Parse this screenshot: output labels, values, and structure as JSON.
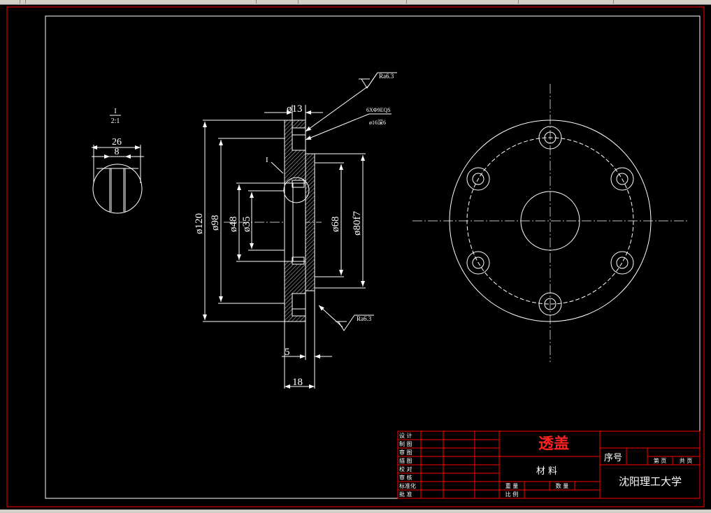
{
  "colors": {
    "background": "#000000",
    "geometry": "#ffffff",
    "border": "#ff0000",
    "title_text": "#ff2020"
  },
  "detail_view": {
    "label": "I",
    "scale": "2:1",
    "dim_outer": "26",
    "dim_inner": "8"
  },
  "section_view": {
    "dims": {
      "d13": "ø13",
      "d120": "ø120",
      "d98": "ø98",
      "d48": "ø48",
      "d35": "ø35",
      "d68": "ø68",
      "d80f7": "ø80f7",
      "w5": "5",
      "w18": "18"
    },
    "detail_marker": "I",
    "roughness_top": "Ra6.3",
    "roughness_bottom": "Ra6.3",
    "hole_note_1": "6XΦ9EQS",
    "hole_note_2": "ø16深6"
  },
  "title_block": {
    "part_name": "透盖",
    "material_label": "材 料",
    "serial_label": "序号",
    "sheet_label": "第 页",
    "total_label": "共 页",
    "university": "沈阳理工大学",
    "weight_label": "重 量",
    "quantity_label": "数 量",
    "scale_label": "比 例",
    "roles": [
      "设 计",
      "制 图",
      "审 图",
      "描 图",
      "校 对",
      "审 核",
      "标准化",
      "批 准"
    ]
  }
}
